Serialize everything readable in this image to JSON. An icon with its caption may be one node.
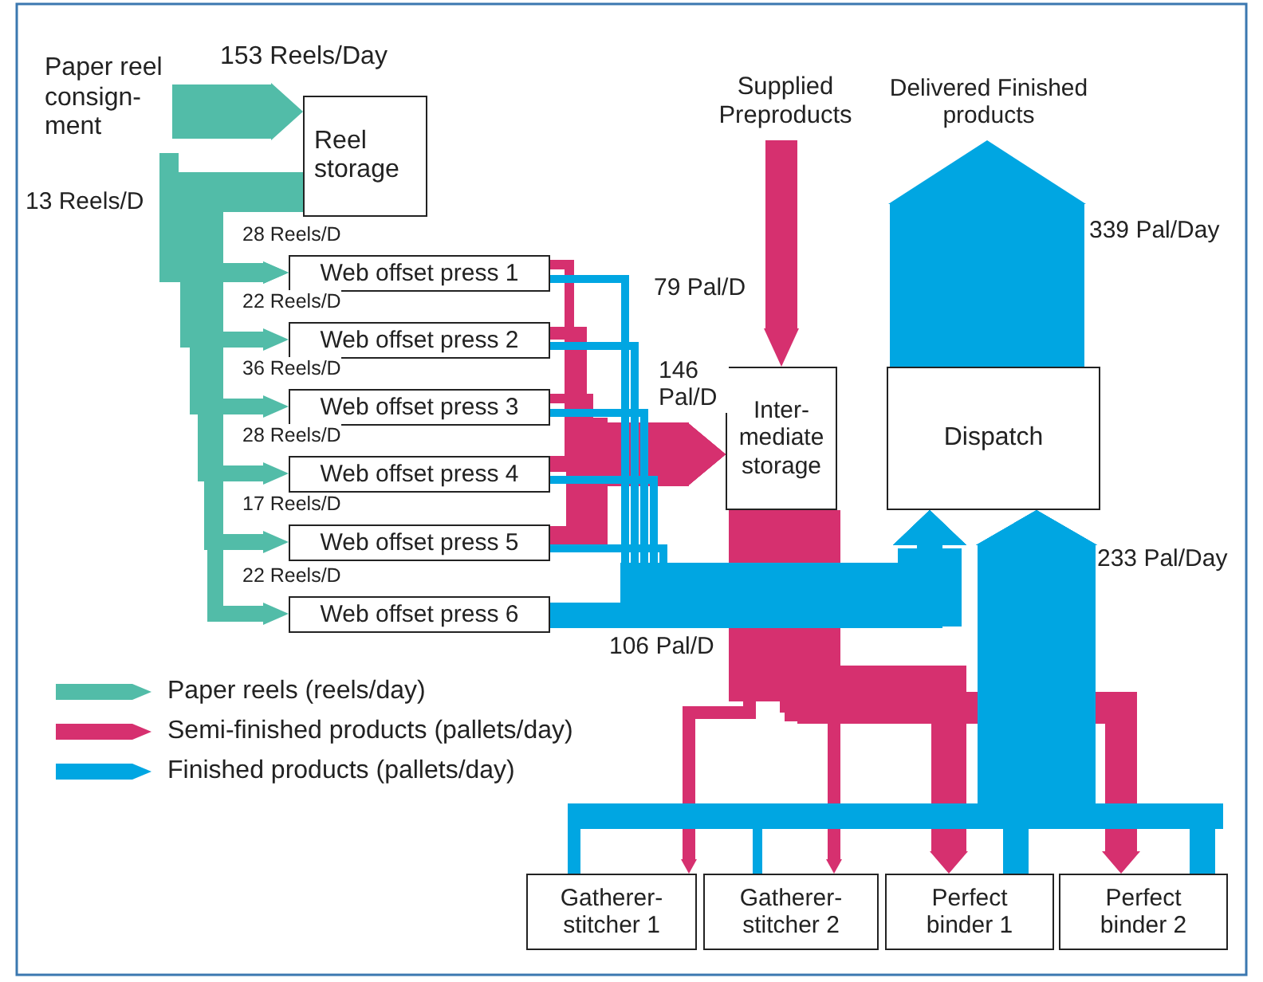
{
  "diagram": {
    "nodes": [
      {
        "text": [
          "Paper reel consign-ment"
        ]
      },
      {
        "text": [
          "Reel storage"
        ]
      },
      {
        "text": [
          "Web offset press 1"
        ]
      },
      {
        "text": [
          "Web offset press 2"
        ]
      },
      {
        "text": [
          "Web offset press 3"
        ]
      },
      {
        "text": [
          "Web offset press 4"
        ]
      },
      {
        "text": [
          "Web offset press 5"
        ]
      },
      {
        "text": [
          "Web offset press 6"
        ]
      },
      {
        "text": [
          "Supplied Preproducts"
        ]
      },
      {
        "text": [
          "Inter-mediate storage"
        ]
      },
      {
        "text": [
          "Dispatch"
        ]
      },
      {
        "text": [
          "Delivered Finished products"
        ]
      },
      {
        "text": [
          "Gatherer-stitcher 1"
        ]
      },
      {
        "text": [
          "Gatherer-stitcher 2"
        ]
      },
      {
        "text": [
          "Perfect binder 1"
        ]
      },
      {
        "text": [
          "Perfect binder 2"
        ]
      }
    ],
    "edges": [
      {
        "from": 0,
        "to": 1,
        "arrow": "to",
        "label": "153 Reels/Day",
        "color": "#52bca8",
        "style": "thick"
      },
      {
        "from": 0,
        "to": 2,
        "arrow": "to",
        "label": "13 Reels/D",
        "color": "#52bca8"
      },
      {
        "from": 1,
        "to": 2,
        "arrow": "to",
        "label": "28 Reels/D",
        "color": "#52bca8"
      },
      {
        "from": 1,
        "to": 3,
        "arrow": "to",
        "label": "22 Reels/D",
        "color": "#52bca8"
      },
      {
        "from": 1,
        "to": 4,
        "arrow": "to",
        "label": "36 Reels/D",
        "color": "#52bca8"
      },
      {
        "from": 1,
        "to": 5,
        "arrow": "to",
        "label": "28 Reels/D",
        "color": "#52bca8"
      },
      {
        "from": 1,
        "to": 6,
        "arrow": "to",
        "label": "17 Reels/D",
        "color": "#52bca8"
      },
      {
        "from": 1,
        "to": 7,
        "arrow": "to",
        "label": "22 Reels/D",
        "color": "#52bca8"
      },
      {
        "from": 2,
        "to": 9,
        "arrow": "to",
        "color": "#d6306f"
      },
      {
        "from": 3,
        "to": 9,
        "arrow": "to",
        "color": "#d6306f"
      },
      {
        "from": 4,
        "to": 9,
        "arrow": "to",
        "label": "146 Pal/D",
        "color": "#d6306f"
      },
      {
        "from": 5,
        "to": 9,
        "arrow": "to",
        "color": "#d6306f"
      },
      {
        "from": 6,
        "to": 9,
        "arrow": "to",
        "color": "#d6306f"
      },
      {
        "from": 8,
        "to": 9,
        "arrow": "to",
        "label": "79 Pal/D",
        "color": "#d6306f",
        "style": "thick"
      },
      {
        "from": 9,
        "to": 12,
        "arrow": "to",
        "color": "#d6306f"
      },
      {
        "from": 9,
        "to": 13,
        "arrow": "to",
        "color": "#d6306f"
      },
      {
        "from": 9,
        "to": 14,
        "arrow": "to",
        "color": "#d6306f",
        "style": "thick"
      },
      {
        "from": 9,
        "to": 15,
        "arrow": "to",
        "color": "#d6306f",
        "style": "thick"
      },
      {
        "from": 2,
        "to": 10,
        "arrow": "to"
      },
      {
        "from": 3,
        "to": 10,
        "arrow": "to"
      },
      {
        "from": 4,
        "to": 10,
        "arrow": "to"
      },
      {
        "from": 5,
        "to": 10,
        "arrow": "to"
      },
      {
        "from": 6,
        "to": 10,
        "arrow": "to"
      },
      {
        "from": 7,
        "to": 10,
        "arrow": "to",
        "label": "106 Pal/D"
      },
      {
        "from": 12,
        "to": 10,
        "arrow": "to"
      },
      {
        "from": 13,
        "to": 10,
        "arrow": "to"
      },
      {
        "from": 14,
        "to": 10,
        "arrow": "to"
      },
      {
        "from": 15,
        "to": 10,
        "arrow": "to",
        "label": "233 Pal/Day"
      },
      {
        "from": 10,
        "to": 11,
        "arrow": "to",
        "label": "339 Pal/Day",
        "style": "thick"
      }
    ],
    "legend": [
      {
        "text": "Paper reels (reels/day)",
        "color": "#52bca8"
      },
      {
        "text": "Semi-finished products (pallets/day)",
        "color": "#d6306f"
      },
      {
        "text": "Finished products (pallets/day)",
        "color": "#00a6e2"
      }
    ]
  }
}
